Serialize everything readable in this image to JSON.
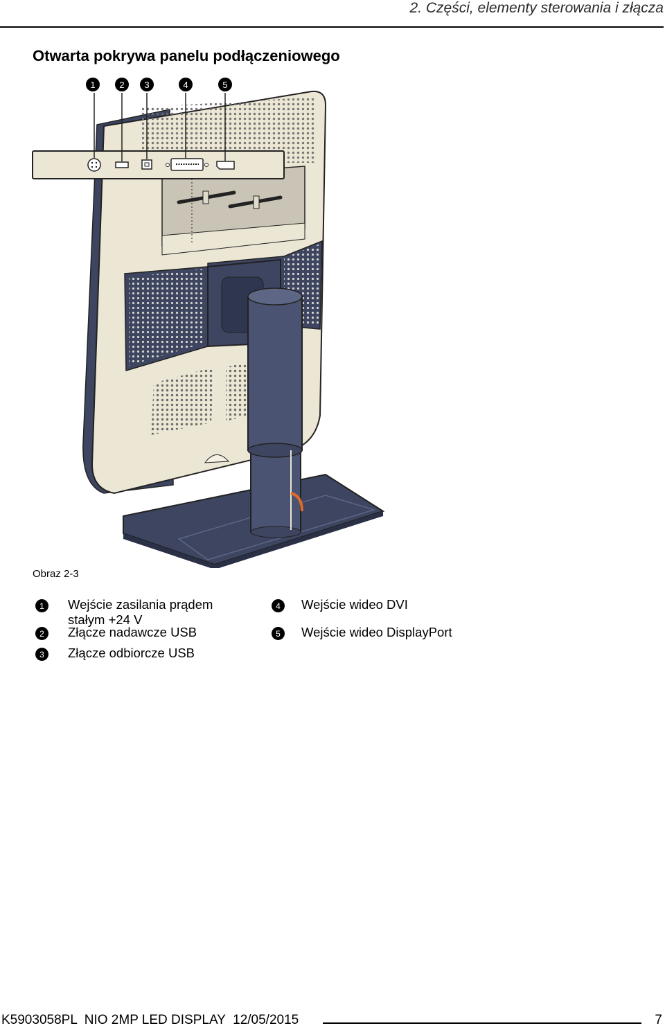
{
  "header": {
    "chapter": "2. Części, elementy sterowania i złącza"
  },
  "section": {
    "title": "Otwarta pokrywa panelu podłączeniowego"
  },
  "figure": {
    "callouts": [
      "1",
      "2",
      "3",
      "4",
      "5"
    ],
    "caption": "Obraz 2-3"
  },
  "legend": [
    {
      "num": "1",
      "text": "Wejście zasilania prądem stałym +24 V"
    },
    {
      "num": "2",
      "text": "Złącze nadawcze USB"
    },
    {
      "num": "3",
      "text": "Złącze odbiorcze USB"
    },
    {
      "num": "4",
      "text": "Wejście wideo DVI"
    },
    {
      "num": "5",
      "text": "Wejście wideo DisplayPort"
    }
  ],
  "footer": {
    "doc_id": "K5903058PL",
    "product": "NIO 2MP LED DISPLAY",
    "date": "12/05/2015",
    "page": "7"
  },
  "colors": {
    "navy": "#3d4560",
    "cream": "#ece6d4",
    "orange": "#e06a2a"
  }
}
